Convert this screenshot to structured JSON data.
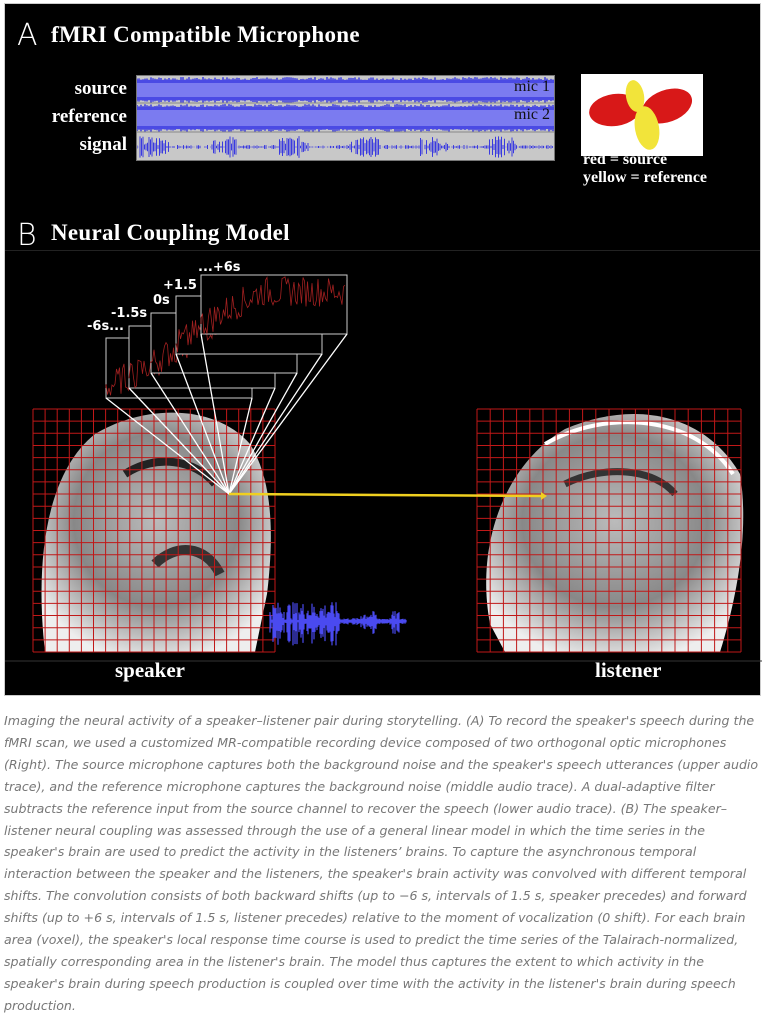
{
  "panel_a": {
    "letter": "A",
    "title": "fMRI Compatible Microphone",
    "rows": [
      "source",
      "reference",
      "signal"
    ],
    "mic_labels": [
      "mic 1",
      "mic 2"
    ],
    "legend": [
      "red = source",
      "yellow = reference"
    ],
    "colors": {
      "wave": "#3a3ae0",
      "lobe_source": "#d81818",
      "lobe_reference": "#f2e43a"
    }
  },
  "panel_b": {
    "letter": "B",
    "title": "Neural Coupling Model",
    "shifts": [
      "-6s...",
      "-1.5s",
      "0s",
      "+1.5",
      "...+6s"
    ],
    "speaker": "speaker",
    "listener": "listener",
    "colors": {
      "grid": "#c01818",
      "coupling": "#f0d020",
      "speech": "#4a4af0"
    }
  },
  "caption": "Imaging the neural activity of a speaker–listener pair during storytelling. (A) To record the speaker's speech during the fMRI scan, we used a customized MR-compatible recording device composed of two orthogonal optic microphones (Right). The source microphone captures both the background noise and the speaker's speech utterances (upper audio trace), and the reference microphone captures the background noise (middle audio trace). A dual-adaptive filter subtracts the reference input from the source channel to recover the speech (lower audio trace). (B) The speaker–listener neural coupling was assessed through the use of a general linear model in which the time series in the speaker's brain are used to predict the activity in the listeners’ brains. To capture the asynchronous temporal interaction between the speaker and the listeners, the speaker's brain activity was convolved with different temporal shifts. The convolution consists of both backward shifts (up to −6 s, intervals of 1.5 s, speaker precedes) and forward shifts (up to +6 s, intervals of 1.5 s, listener precedes) relative to the moment of vocalization (0 shift). For each brain area (voxel), the speaker's local response time course is used to predict the time series of the Talairach-normalized, spatially corresponding area in the listener's brain. The model thus captures the extent to which activity in the speaker's brain during speech production is coupled over time with the activity in the listener's brain during speech production."
}
